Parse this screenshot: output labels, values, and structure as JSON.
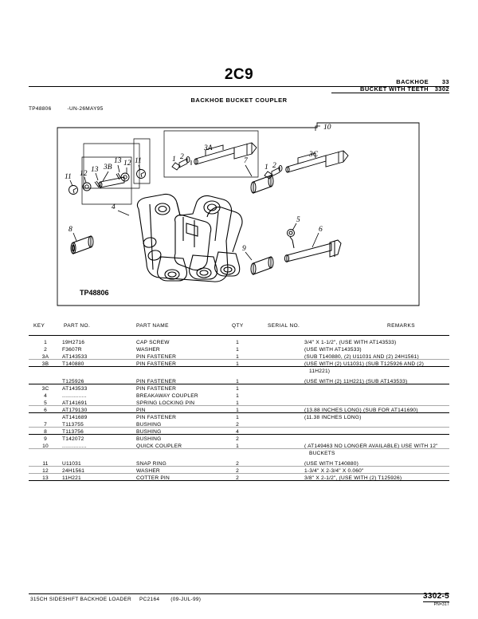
{
  "header": {
    "page_code": "2C9",
    "right_line1_label": "BACKHOE",
    "right_line1_value": "33",
    "right_line2_label": "BUCKET WITH TEETH",
    "right_line2_value": "3302",
    "subtitle": "BACKHOE BUCKET COUPLER"
  },
  "figure": {
    "ref": "TP48806",
    "date": "-UN-26MAY95",
    "caption": "TP48806",
    "callouts": [
      "11",
      "12",
      "13",
      "3B",
      "13",
      "12",
      "11",
      "3A",
      "1",
      "2",
      "3C",
      "1",
      "2",
      "10",
      "7",
      "4",
      "8",
      "9",
      "5",
      "6"
    ]
  },
  "table": {
    "columns": {
      "key": "KEY",
      "part_no": "PART NO.",
      "part_name": "PART NAME",
      "qty": "QTY",
      "serial_no": "SERIAL NO.",
      "remarks": "REMARKS"
    },
    "rows": [
      {
        "key": "1",
        "part_no": "19H2716",
        "part_name": "CAP SCREW",
        "qty": "1",
        "serial_no": "",
        "remarks": "3/4\" X 1-1/2\", (USE WITH AT143533)"
      },
      {
        "key": "2",
        "part_no": "F3607R",
        "part_name": "WASHER",
        "qty": "1",
        "serial_no": "",
        "remarks": "(USE WITH AT143533)"
      },
      {
        "key": "3A",
        "part_no": "AT143533",
        "part_name": "PIN FASTENER",
        "qty": "1",
        "serial_no": "",
        "remarks": "(SUB T140880, (2) U11031 AND (2) 24H1561)"
      },
      {
        "key": "3B",
        "part_no": "T140880",
        "part_name": "PIN FASTENER",
        "qty": "1",
        "serial_no": "",
        "remarks": "(USE WITH (2) U11031) (SUB T125926 AND (2)"
      },
      {
        "key": "",
        "part_no": "",
        "part_name": "",
        "qty": "",
        "serial_no": "",
        "remarks": "11H221)"
      },
      {
        "key": "",
        "part_no": "T125926",
        "part_name": "PIN FASTENER",
        "qty": "1",
        "serial_no": "",
        "remarks": "(USE WITH (2) 11H221) (SUB AT143533)"
      },
      {
        "key": "3C",
        "part_no": "AT143533",
        "part_name": "PIN FASTENER",
        "qty": "1",
        "serial_no": "",
        "remarks": ""
      },
      {
        "key": "4",
        "part_no": "...............",
        "part_name": "BREAKAWAY COUPLER",
        "qty": "1",
        "serial_no": "",
        "remarks": ""
      },
      {
        "key": "5",
        "part_no": "AT141691",
        "part_name": "SPRING LOCKING PIN",
        "qty": "1",
        "serial_no": "",
        "remarks": ""
      },
      {
        "key": "6",
        "part_no": "AT179130",
        "part_name": "PIN",
        "qty": "1",
        "serial_no": "",
        "remarks": "(13.88 INCHES LONG) (SUB FOR AT141690)"
      },
      {
        "key": "",
        "part_no": "AT141689",
        "part_name": "PIN FASTENER",
        "qty": "1",
        "serial_no": "",
        "remarks": "(11.38 INCHES LONG)"
      },
      {
        "key": "7",
        "part_no": "T113755",
        "part_name": "BUSHING",
        "qty": "2",
        "serial_no": "",
        "remarks": ""
      },
      {
        "key": "8",
        "part_no": "T113756",
        "part_name": "BUSHING",
        "qty": "4",
        "serial_no": "",
        "remarks": ""
      },
      {
        "key": "9",
        "part_no": "T142072",
        "part_name": "BUSHING",
        "qty": "2",
        "serial_no": "",
        "remarks": ""
      },
      {
        "key": "10",
        "part_no": "...............",
        "part_name": "QUICK COUPLER",
        "qty": "1",
        "serial_no": "",
        "remarks": "( AT149463 NO LONGER AVAILABLE) USE WITH 12\""
      },
      {
        "key": "",
        "part_no": "",
        "part_name": "",
        "qty": "",
        "serial_no": "",
        "remarks": "BUCKETS"
      },
      {
        "key": "11",
        "part_no": "U11031",
        "part_name": "SNAP RING",
        "qty": "2",
        "serial_no": "",
        "remarks": "(USE WITH T140880)"
      },
      {
        "key": "12",
        "part_no": "24H1561",
        "part_name": "WASHER",
        "qty": "2",
        "serial_no": "",
        "remarks": "1-3/4\" X 2-3/4\" X 0.060\""
      },
      {
        "key": "13",
        "part_no": "11H221",
        "part_name": "COTTER PIN",
        "qty": "2",
        "serial_no": "",
        "remarks": "3/8\" X 2-1/2\", (USE WITH (2) T125926)"
      }
    ]
  },
  "footer": {
    "model": "315CH SIDESHIFT BACKHOE LOADER",
    "publication": "PC2164",
    "date": "(09-JUL-99)",
    "page_number": "3302-5",
    "part_ref": "PN=317"
  }
}
